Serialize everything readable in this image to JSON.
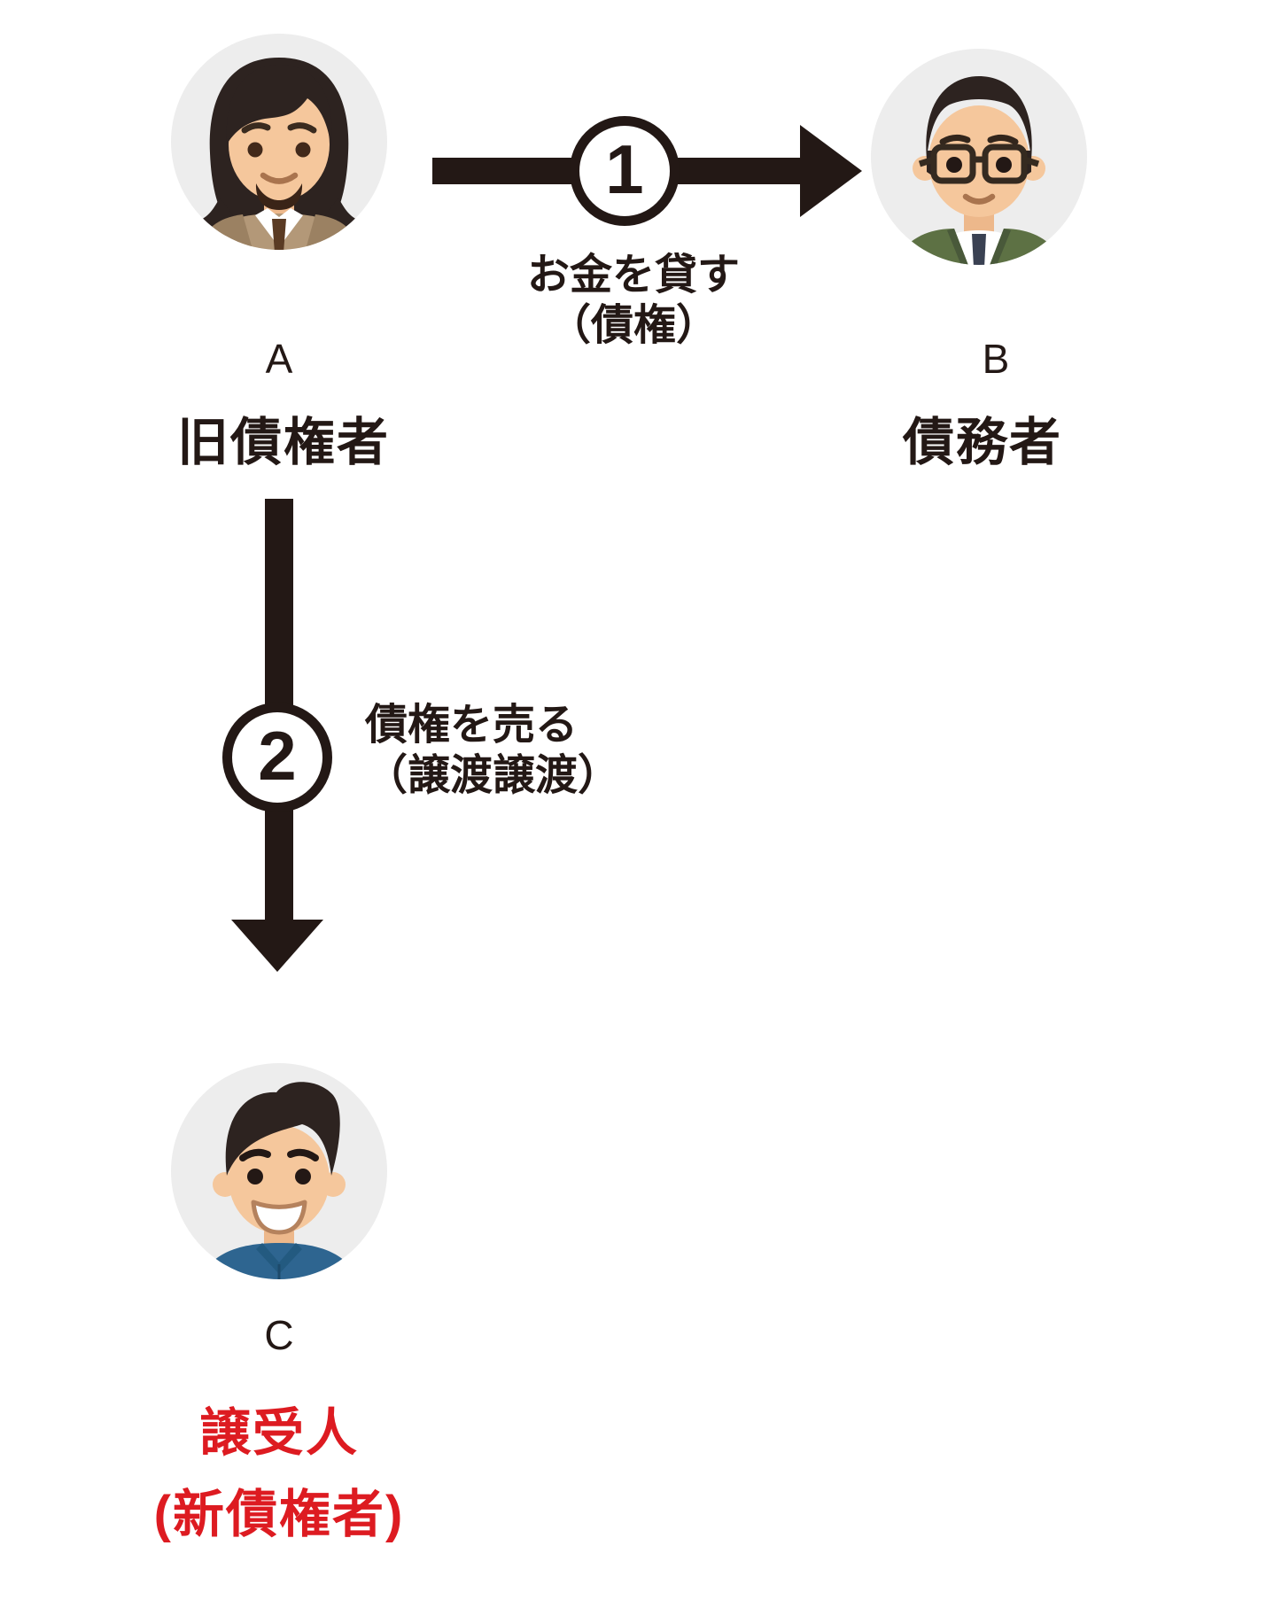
{
  "colors": {
    "background": "#ffffff",
    "ink": "#231815",
    "red": "#dd1b21",
    "avatar_bg": "#ededed",
    "skin": "#f5c79c",
    "hair": "#2d2320",
    "actor_a_jacket": "#b39878",
    "actor_a_tie": "#5a3b24",
    "actor_b_cardigan": "#5d7144",
    "actor_b_tie": "#3a4152",
    "actor_c_shirt": "#2e6590"
  },
  "actors": {
    "a": {
      "letter": "A",
      "role": "旧債権者"
    },
    "b": {
      "letter": "B",
      "role": "債務者"
    },
    "c": {
      "letter": "C",
      "role_line1": "譲受人",
      "role_line2": "(新債権者)"
    }
  },
  "steps": {
    "one": {
      "number": "1",
      "label_line1": "お金を貸す",
      "label_line2": "（債権）"
    },
    "two": {
      "number": "2",
      "label_line1": "債権を売る",
      "label_line2": "（譲渡譲渡）"
    }
  }
}
